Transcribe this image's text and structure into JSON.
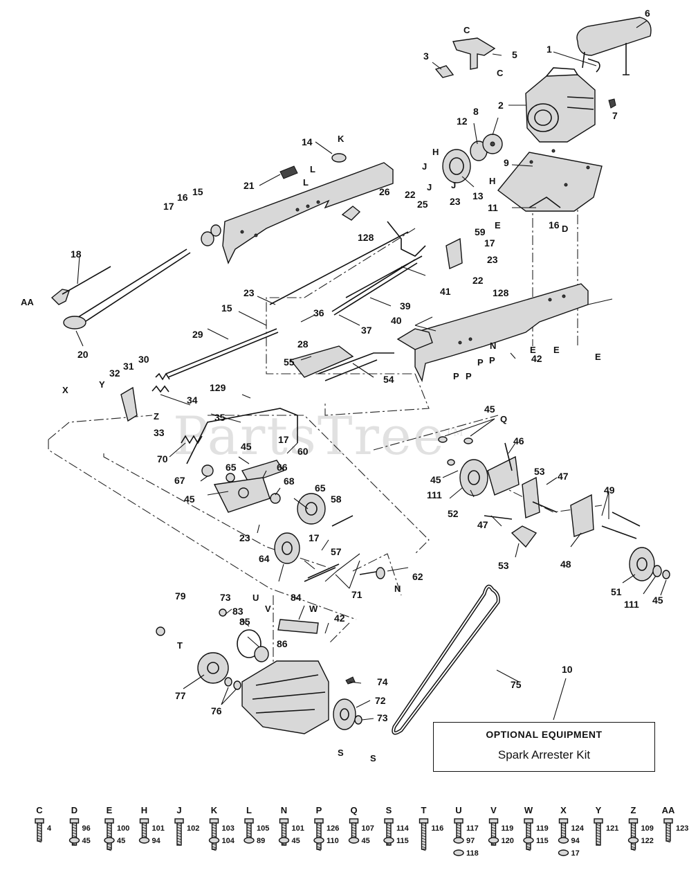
{
  "watermark": {
    "text": "PartsTree",
    "mark": "TM"
  },
  "optional_equipment": {
    "callout": "10",
    "title": "OPTIONAL EQUIPMENT",
    "item": "Spark Arrester Kit"
  },
  "callouts": [
    "1",
    "2",
    "3",
    "5",
    "6",
    "7",
    "8",
    "9",
    "11",
    "12",
    "13",
    "14",
    "15",
    "15",
    "16",
    "16",
    "17",
    "17",
    "17",
    "17",
    "18",
    "20",
    "21",
    "22",
    "22",
    "23",
    "23",
    "23",
    "23",
    "25",
    "26",
    "28",
    "29",
    "30",
    "31",
    "32",
    "33",
    "34",
    "35",
    "36",
    "37",
    "39",
    "40",
    "41",
    "42",
    "42",
    "45",
    "45",
    "45",
    "45",
    "45",
    "46",
    "47",
    "47",
    "48",
    "49",
    "51",
    "52",
    "53",
    "53",
    "54",
    "55",
    "57",
    "58",
    "59",
    "60",
    "62",
    "64",
    "65",
    "65",
    "66",
    "67",
    "68",
    "70",
    "71",
    "72",
    "73",
    "73",
    "74",
    "75",
    "76",
    "77",
    "79",
    "83",
    "84",
    "85",
    "86",
    "111",
    "111",
    "128",
    "128",
    "129"
  ],
  "reference_letters": [
    "AA",
    "C",
    "C",
    "D",
    "E",
    "E",
    "E",
    "E",
    "H",
    "H",
    "J",
    "J",
    "J",
    "K",
    "L",
    "L",
    "N",
    "N",
    "P",
    "P",
    "P",
    "P",
    "Q",
    "S",
    "S",
    "T",
    "U",
    "V",
    "W",
    "X",
    "Y",
    "Z"
  ],
  "hardware_legend": [
    {
      "letter": "C",
      "parts": [
        "4"
      ]
    },
    {
      "letter": "D",
      "parts": [
        "96",
        "45"
      ]
    },
    {
      "letter": "E",
      "parts": [
        "100",
        "45"
      ]
    },
    {
      "letter": "H",
      "parts": [
        "101",
        "94"
      ]
    },
    {
      "letter": "J",
      "parts": [
        "102"
      ]
    },
    {
      "letter": "K",
      "parts": [
        "103",
        "104"
      ]
    },
    {
      "letter": "L",
      "parts": [
        "105",
        "89"
      ]
    },
    {
      "letter": "N",
      "parts": [
        "101",
        "45"
      ]
    },
    {
      "letter": "P",
      "parts": [
        "126",
        "110"
      ]
    },
    {
      "letter": "Q",
      "parts": [
        "107",
        "45"
      ]
    },
    {
      "letter": "S",
      "parts": [
        "114",
        "115"
      ]
    },
    {
      "letter": "T",
      "parts": [
        "116"
      ]
    },
    {
      "letter": "U",
      "parts": [
        "117",
        "97",
        "118"
      ]
    },
    {
      "letter": "V",
      "parts": [
        "119",
        "120"
      ]
    },
    {
      "letter": "W",
      "parts": [
        "119",
        "115"
      ]
    },
    {
      "letter": "X",
      "parts": [
        "124",
        "94",
        "17"
      ]
    },
    {
      "letter": "Y",
      "parts": [
        "121"
      ]
    },
    {
      "letter": "Z",
      "parts": [
        "109",
        "122"
      ]
    },
    {
      "letter": "AA",
      "parts": [
        "123"
      ]
    }
  ]
}
